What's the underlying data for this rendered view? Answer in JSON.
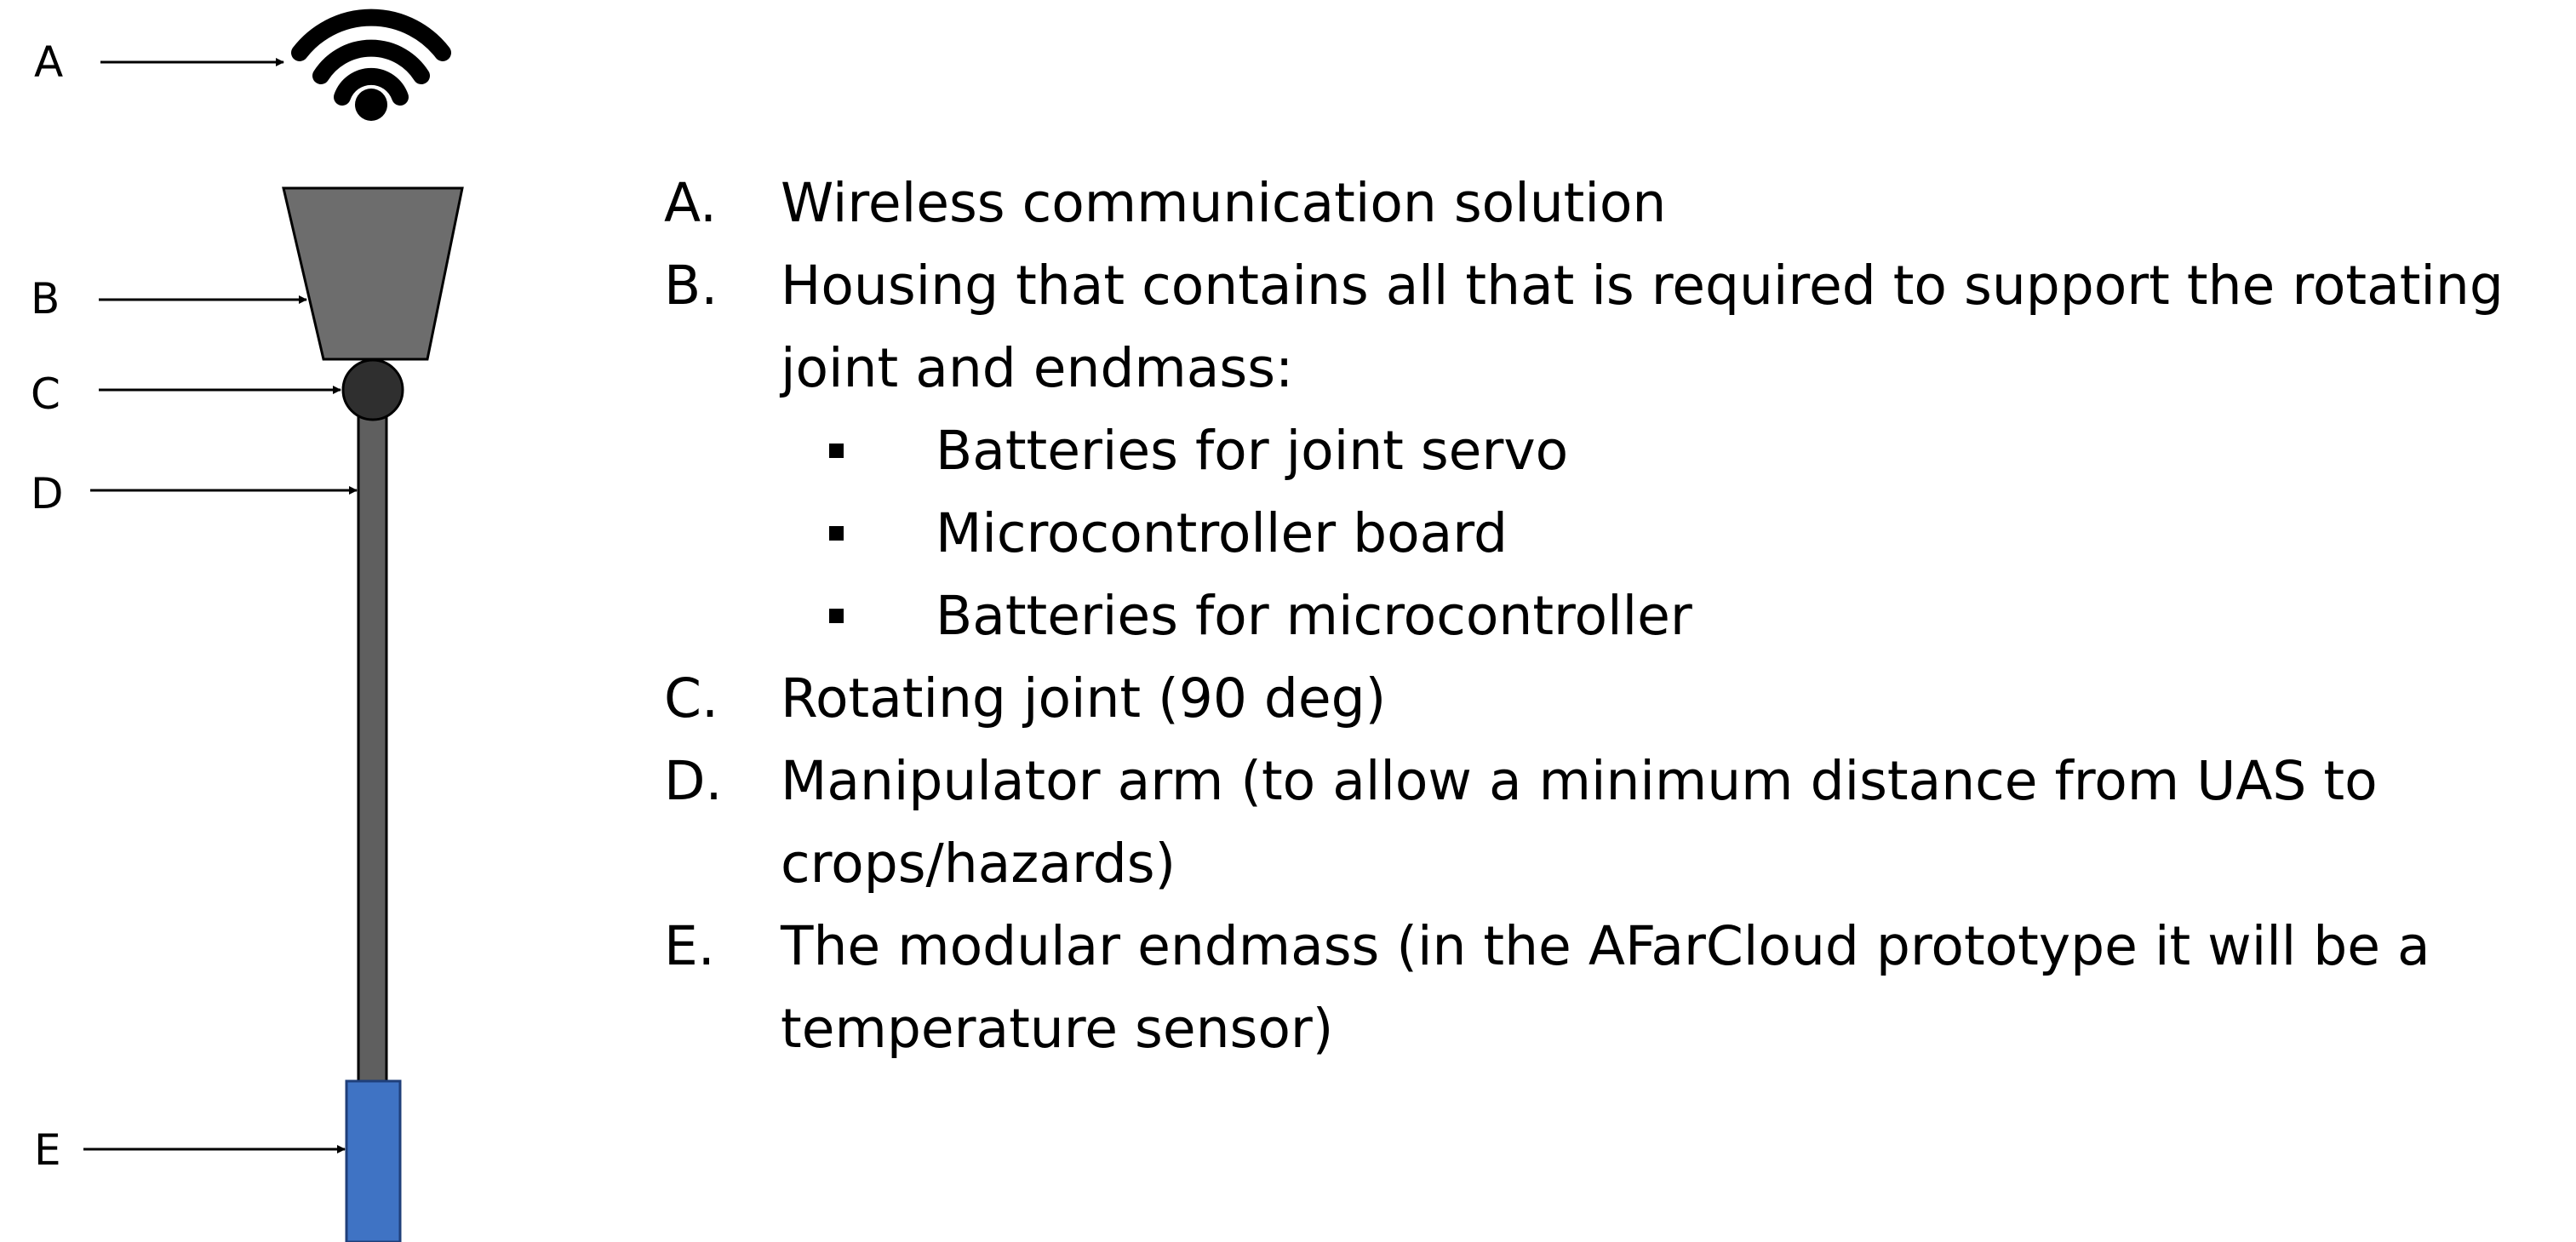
{
  "callouts": [
    "A",
    "B",
    "C",
    "D",
    "E"
  ],
  "legend": [
    {
      "letter": "A.",
      "lines": [
        "Wireless communication solution"
      ]
    },
    {
      "letter": "B.",
      "lines": [
        "Housing that contains all that is required to support the rotating",
        "joint and endmass:"
      ],
      "sub_items": [
        "Batteries for joint servo",
        "Microcontroller board",
        "Batteries for microcontroller"
      ]
    },
    {
      "letter": "C.",
      "lines": [
        "Rotating joint (90 deg)"
      ]
    },
    {
      "letter": "D.",
      "lines": [
        "Manipulator arm (to allow a minimum distance from UAS to",
        "crops/hazards)"
      ]
    },
    {
      "letter": "E.",
      "lines": [
        "The modular endmass (in the AFarCloud prototype it will be a",
        "temperature sensor)"
      ]
    }
  ],
  "colors": {
    "housing": "#6d6d6d",
    "arm": "#5f5f5f",
    "joint": "#2f2f2f",
    "endmass": "#3f73c4",
    "outline": "#000000"
  },
  "icons": {
    "wireless": "wifi-icon"
  }
}
